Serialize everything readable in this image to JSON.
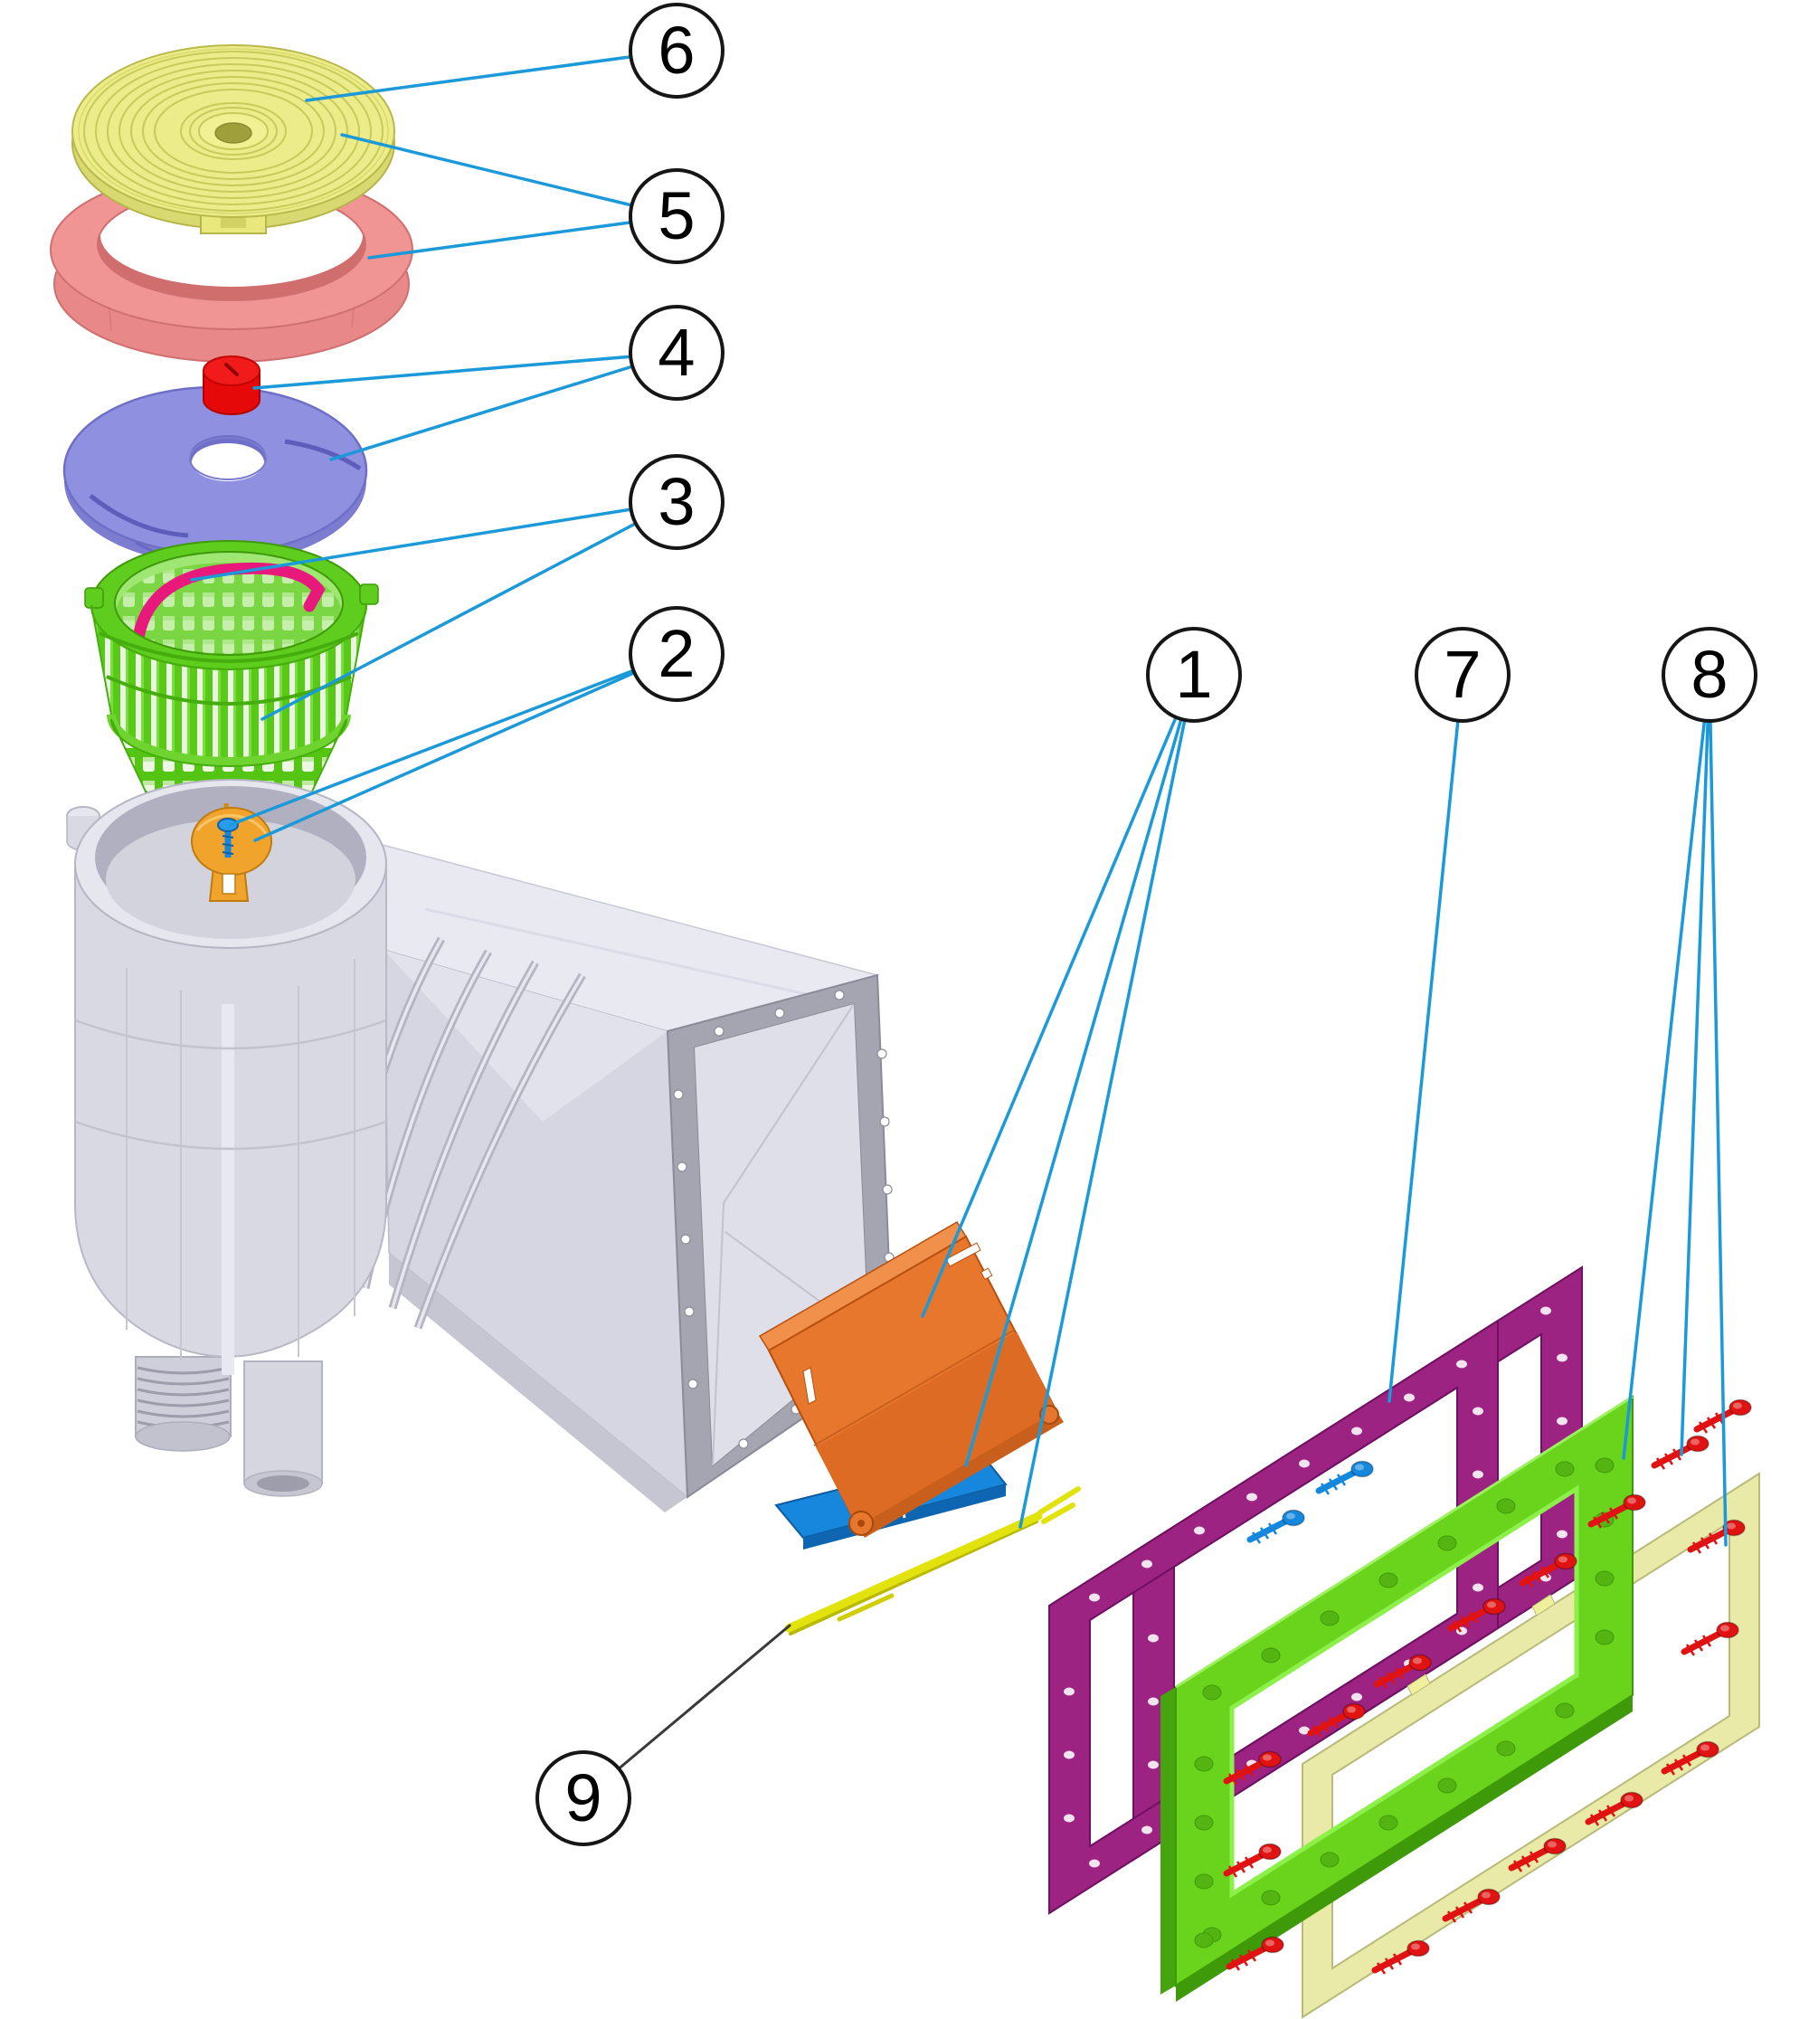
{
  "figure": {
    "type": "exploded-parts-diagram",
    "subject": "pool-skimmer-assembly",
    "background": "#ffffff",
    "leader_color": "#1b99d8",
    "leader_dark": "#3a3a3a",
    "callouts": [
      {
        "label": "1",
        "part": "weir-flap-assembly"
      },
      {
        "label": "2",
        "part": "basket-anchor"
      },
      {
        "label": "3",
        "part": "strainer-basket"
      },
      {
        "label": "4",
        "part": "vacuum-plate-and-plug"
      },
      {
        "label": "5",
        "part": "lid-collar"
      },
      {
        "label": "6",
        "part": "skimmer-lid"
      },
      {
        "label": "7",
        "part": "flange-gaskets"
      },
      {
        "label": "8",
        "part": "mounting-frames-and-screws"
      },
      {
        "label": "9",
        "part": "weir-axle-rod"
      }
    ],
    "parts": {
      "lid": {
        "name": "skimmer-lid",
        "color": "#ecec8a"
      },
      "collar": {
        "name": "lid-collar-ring",
        "color": "#f19494"
      },
      "plug": {
        "name": "vacuum-plate-plug",
        "color": "#e60909"
      },
      "plate": {
        "name": "vacuum-plate",
        "color": "#9090e0"
      },
      "basket": {
        "name": "strainer-basket",
        "color": "#58c916"
      },
      "handle": {
        "name": "basket-handle",
        "color": "#e8187d"
      },
      "anchor": {
        "name": "basket-anchor",
        "color": "#f0a42c"
      },
      "body": {
        "name": "skimmer-body",
        "color": "#d9d9e4"
      },
      "flap": {
        "name": "weir-flap",
        "color": "#e8772e"
      },
      "flap_base": {
        "name": "weir-base-plate",
        "color": "#1687dc"
      },
      "axle": {
        "name": "weir-axle-rod",
        "color": "#e2e20c"
      },
      "gasket": {
        "name": "flange-gasket",
        "color": "#9c2382"
      },
      "frame": {
        "name": "mounting-frame",
        "color": "#6ad41c"
      },
      "outer_frame": {
        "name": "face-frame",
        "color": "#e9e9a8"
      },
      "screw_blue": {
        "name": "anchor-screws",
        "color": "#1587dc"
      },
      "screw_red": {
        "name": "frame-screws",
        "color": "#e01212"
      }
    }
  }
}
